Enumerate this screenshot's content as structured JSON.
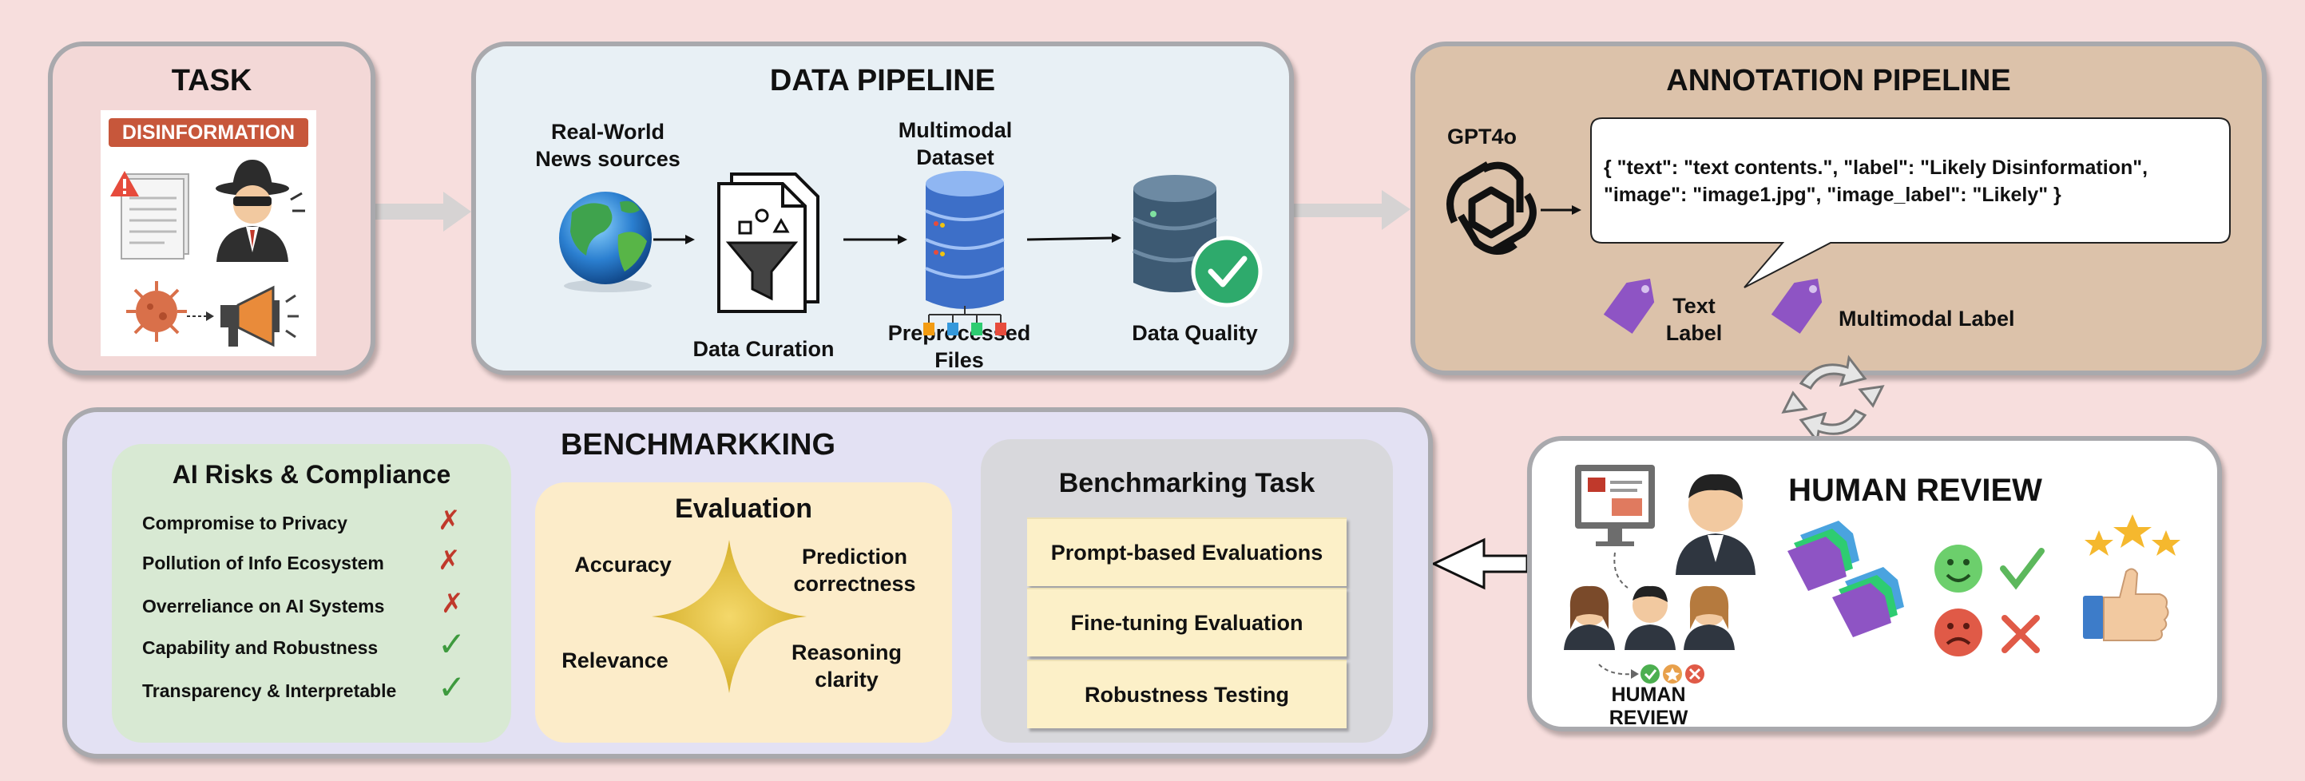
{
  "task": {
    "title": "TASK",
    "badge": "DISINFORMATION"
  },
  "data_pipeline": {
    "title": "DATA PIPELINE",
    "news_sources": "Real-World\nNews sources",
    "data_curation": "Data Curation",
    "multimodal_dataset": "Multimodal\nDataset",
    "preprocessed_files": "Preprocessed\nFiles",
    "data_quality": "Data Quality"
  },
  "annotation_pipeline": {
    "title": "ANNOTATION PIPELINE",
    "model": "GPT4o",
    "json_line1": "{ \"text\": \"text contents.\", \"label\": \"Likely Disinformation\",",
    "json_line2": "\"image\": \"image1.jpg\", \"image_label\": \"Likely\" }",
    "text_label": "Text\nLabel",
    "multimodal_label": "Multimodal Label"
  },
  "human_review": {
    "title": "HUMAN REVIEW",
    "caption": "HUMAN REVIEW"
  },
  "benchmarking": {
    "title": "BENCHMARKKING",
    "risks": {
      "title": "AI Risks & Compliance",
      "items": [
        {
          "label": "Compromise to Privacy",
          "status": "✗"
        },
        {
          "label": "Pollution of Info Ecosystem",
          "status": "✗"
        },
        {
          "label": "Overreliance on AI Systems",
          "status": "✗"
        },
        {
          "label": "Capability and Robustness",
          "status": "✓"
        },
        {
          "label": "Transparency & Interpretable",
          "status": "✓"
        }
      ]
    },
    "evaluation": {
      "title": "Evaluation",
      "accuracy": "Accuracy",
      "prediction": "Prediction\ncorrectness",
      "relevance": "Relevance",
      "reasoning": "Reasoning\nclarity"
    },
    "tasks": {
      "title": "Benchmarking Task",
      "items": [
        "Prompt-based Evaluations",
        "Fine-tuning Evaluation",
        "Robustness Testing"
      ]
    }
  },
  "colors": {
    "background": "#f7dedd",
    "data_panel": "#e8f0f5",
    "annotation_panel": "#dcc2aa",
    "bench_panel": "#e3e1f3",
    "risks_panel": "#d8e9d3",
    "eval_panel": "#fcecc9",
    "task_panel": "#d8d8dc",
    "tag": "#8e54c4",
    "star": "#e2c33c"
  }
}
